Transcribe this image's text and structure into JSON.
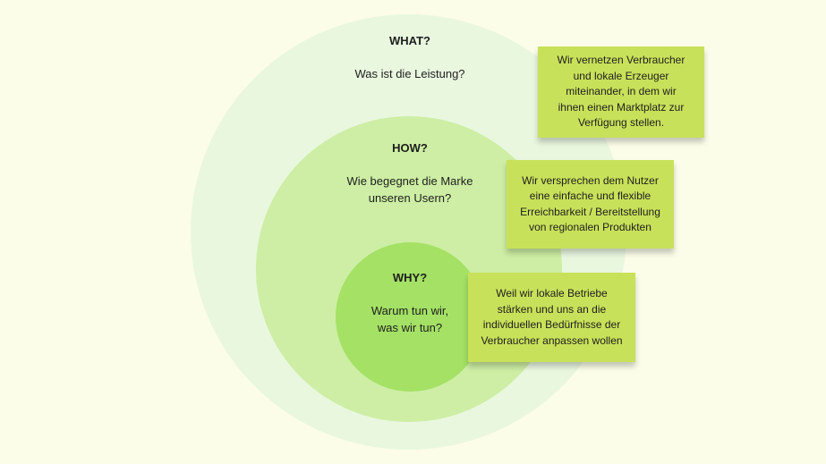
{
  "circles": {
    "what": {
      "heading": "WHAT?",
      "question": "Was ist die Leistung?",
      "color": "#e9f7df"
    },
    "how": {
      "heading": "HOW?",
      "question": "Wie begegnet die Marke\nunseren Usern?",
      "color": "#cdeea4"
    },
    "why": {
      "heading": "WHY?",
      "question": "Warum tun wir,\nwas wir tun?",
      "color": "#a4e165"
    }
  },
  "notes": {
    "what": "Wir vernetzen Verbraucher\nund lokale Erzeuger\nmiteinander, in dem wir\nihnen einen Marktplatz zur\nVerfügung stellen.",
    "how": "Wir versprechen dem Nutzer\neine einfache und flexible\nErreichbarkeit / Bereitstellung\nvon regionalen Produkten",
    "why": "Weil wir lokale Betriebe\nstärken und uns an die\nindividuellen Bedürfnisse der\nVerbraucher anpassen wollen",
    "color": "#c8e15a"
  },
  "background_color": "#fbfde9"
}
